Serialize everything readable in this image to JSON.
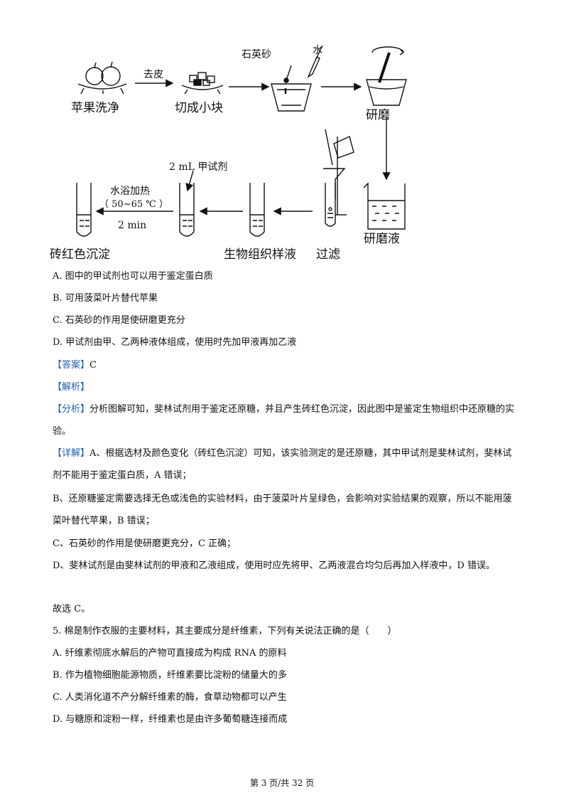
{
  "figure": {
    "step_apple": "苹果洗净",
    "arrow_peel": "去皮",
    "step_cut": "切成小块",
    "quartz": "石英砂",
    "water": "水",
    "step_grind": "研磨",
    "step_grind_liquid": "研磨液",
    "step_filter": "过滤",
    "step_sample": "生物组织样液",
    "reagent": "2 mL 甲试剂",
    "bath_line1": "水浴加热",
    "bath_line2": "（ 50~65 ℃ ）",
    "bath_time": "2 min",
    "step_result": "砖红色沉淀"
  },
  "q4": {
    "options": [
      "A. 图中的甲试剂也可以用于鉴定蛋白质",
      "B. 可用菠菜叶片替代苹果",
      "C. 石英砂的作用是使研磨更充分",
      "D. 甲试剂由甲、乙两种液体组成，使用时先加甲液再加乙液"
    ],
    "answer_tag": "【答案】",
    "answer": "C",
    "analysis_tag": "【解析】",
    "fenxi_tag": "【分析】",
    "fenxi": "分析图解可知，斐林试剂用于鉴定还原糖，并且产生砖红色沉淀，因此图中是鉴定生物组织中还原糖的实验。",
    "detail_tag": "【详解】",
    "detail_a": "A、根据选材及颜色变化（砖红色沉淀）可知，该实验测定的是还原糖，其中甲试剂是斐林试剂，斐林试剂不能用于鉴定蛋白质，A 错误；",
    "detail_b": "B、还原糖鉴定需要选择无色或浅色的实验材料，由于菠菜叶片呈绿色，会影响对实验结果的观察，所以不能用菠菜叶替代苹果，B 错误；",
    "detail_c": "C、石英砂的作用是使研磨更充分，C 正确；",
    "detail_d": "D、斐林试剂是由斐林试剂的甲液和乙液组成，使用时应先将甲、乙两液混合均匀后再加入样液中，D 错误。",
    "conclusion": "故选 C。"
  },
  "q5": {
    "stem": "5. 棉是制作衣服的主要材料，其主要成分是纤维素，下列有关说法正确的是（　　）",
    "options": [
      "A. 纤维素彻底水解后的产物可直接成为构成 RNA 的原料",
      "B. 作为植物细胞能源物质，纤维素要比淀粉的储量大的多",
      "C. 人类消化道不产分解纤维素的酶，食草动物都可以产生",
      "D. 与糖原和淀粉一样，纤维素也是由许多葡萄糖连接而成"
    ]
  },
  "footer": {
    "page": "第 3 页/共 32 页"
  },
  "colors": {
    "tag": "#1f5fb4"
  }
}
